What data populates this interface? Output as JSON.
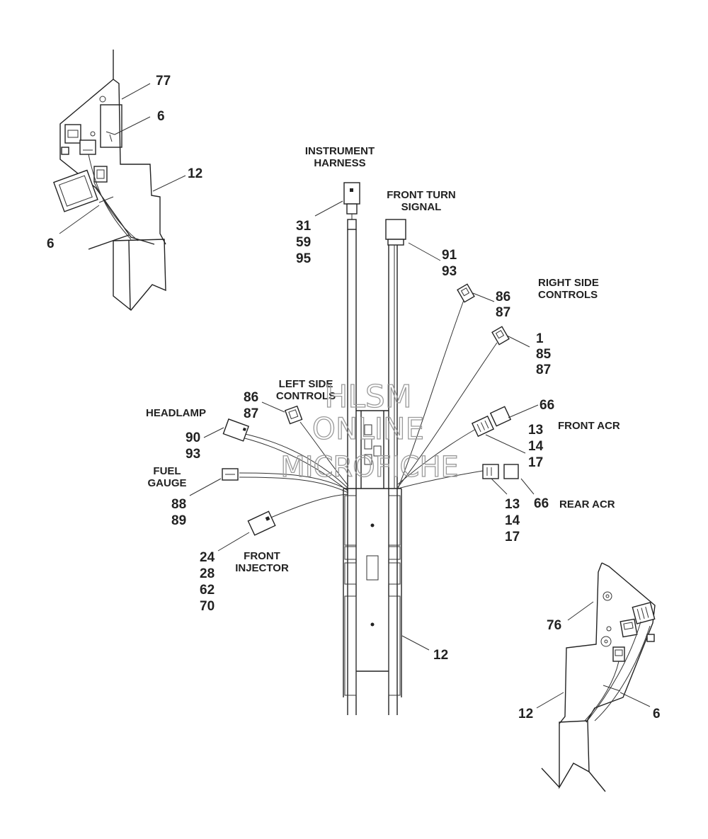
{
  "callouts": {
    "instrument_harness": [
      "INSTRUMENT",
      "HARNESS"
    ],
    "instrument_harness_nums": [
      "31",
      "59",
      "95"
    ],
    "front_turn_signal": [
      "FRONT TURN",
      "SIGNAL"
    ],
    "front_turn_signal_nums": [
      "91",
      "93"
    ],
    "right_side_controls": [
      "RIGHT SIDE",
      "CONTROLS"
    ],
    "right_side_controls_nums_a": [
      "86",
      "87"
    ],
    "right_side_controls_nums_b": [
      "1",
      "85",
      "87"
    ],
    "left_side_controls": [
      "LEFT SIDE",
      "CONTROLS"
    ],
    "left_side_controls_nums": [
      "86",
      "87"
    ],
    "headlamp": "HEADLAMP",
    "headlamp_nums": [
      "90",
      "93"
    ],
    "fuel_gauge": [
      "FUEL",
      "GAUGE"
    ],
    "fuel_gauge_nums": [
      "88",
      "89"
    ],
    "front_injector": [
      "FRONT",
      "INJECTOR"
    ],
    "front_injector_nums": [
      "24",
      "28",
      "62",
      "70"
    ],
    "front_acr": "FRONT ACR",
    "front_acr_nums": [
      "13",
      "14",
      "17"
    ],
    "front_acr_66": "66",
    "rear_acr": "REAR ACR",
    "rear_acr_nums": [
      "13",
      "14",
      "17"
    ],
    "rear_acr_66": "66",
    "main_frame_12": "12"
  },
  "inset_left": {
    "n77": "77",
    "n6a": "6",
    "n12": "12",
    "n6b": "6"
  },
  "inset_right": {
    "n76": "76",
    "n12": "12",
    "n6": "6"
  },
  "watermark": [
    "HLSM",
    "ONLINE",
    "MICROFICHE"
  ]
}
